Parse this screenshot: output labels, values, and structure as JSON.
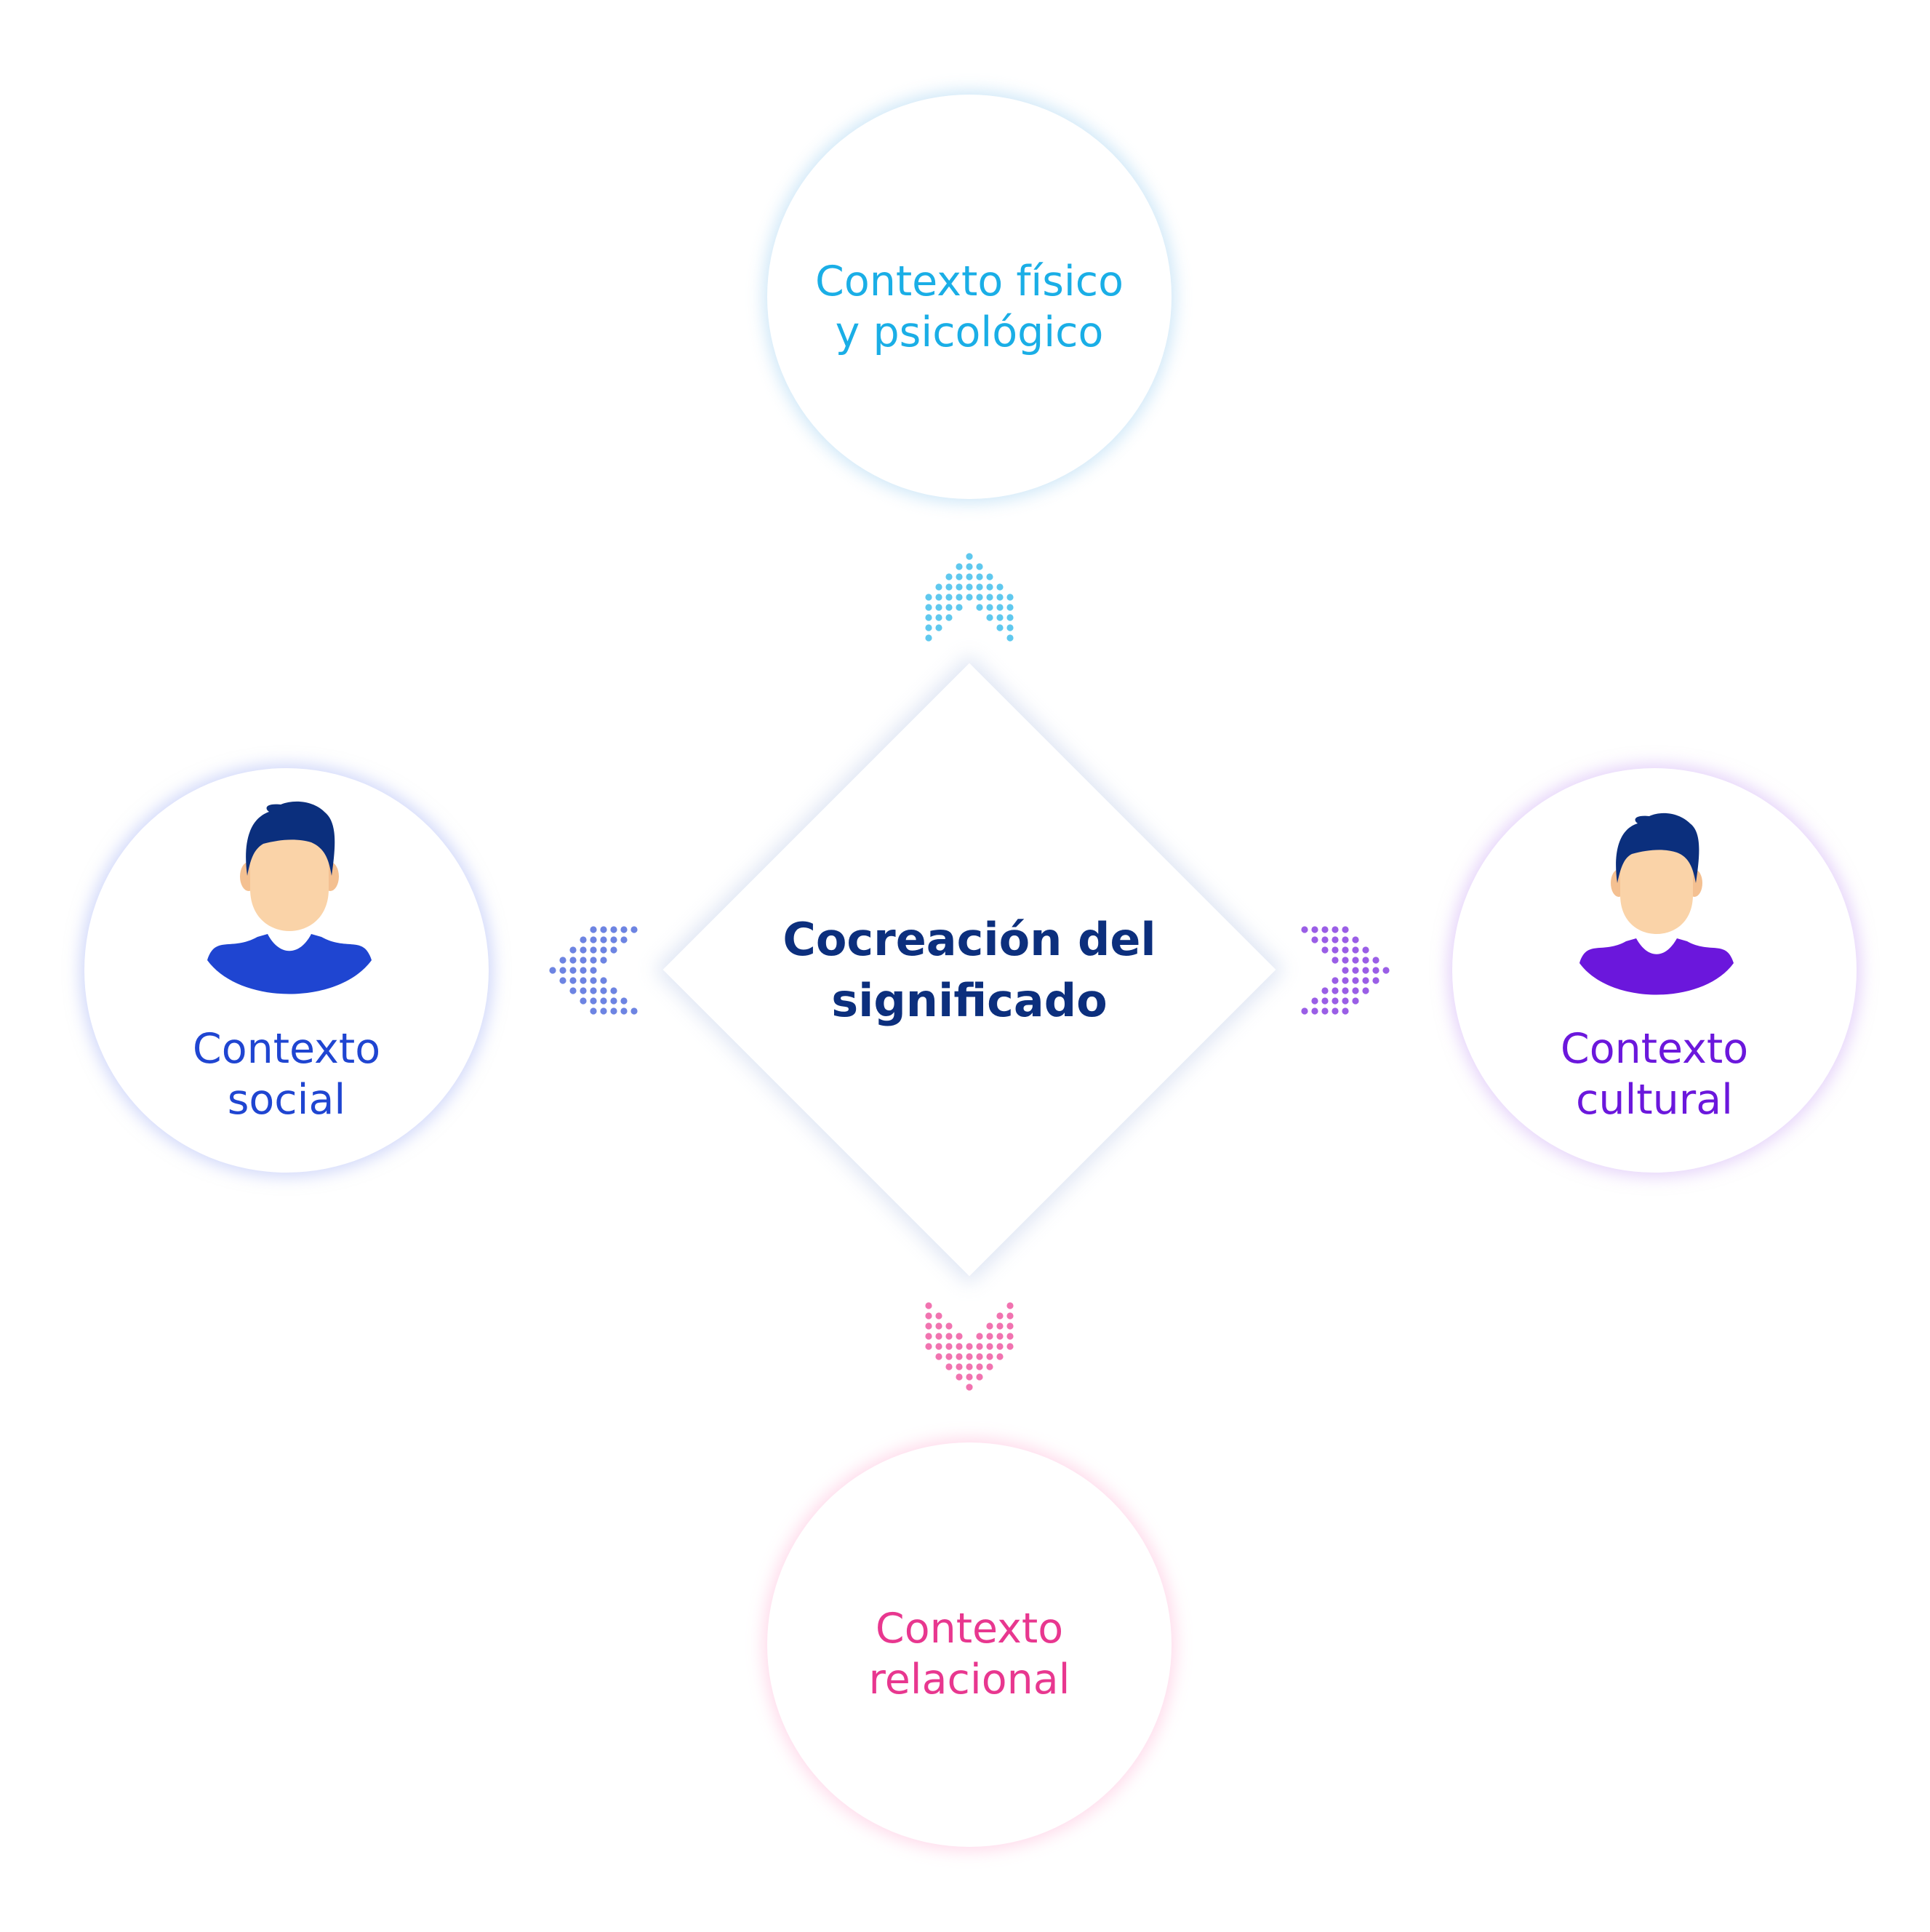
{
  "center": {
    "line1": "Cocreación del",
    "line2": "significado"
  },
  "nodes": {
    "top": {
      "line1": "Contexto físico",
      "line2": "y psicológico"
    },
    "left": {
      "line1": "Contexto",
      "line2": "social"
    },
    "right": {
      "line1": "Contexto",
      "line2": "cultural"
    },
    "bottom": {
      "line1": "Contexto",
      "line2": "relacional"
    }
  },
  "colors": {
    "top": "#1aaee6",
    "top_arrow": "#5fc8ee",
    "left": "#1f45d1",
    "left_arrow": "#6d84e2",
    "right": "#6b17dc",
    "right_arrow": "#9a5ee6",
    "bottom": "#e8378f",
    "bottom_arrow": "#f173b0",
    "center": "#0c2f7d",
    "hair": "#0b2f7d",
    "skin": "#fad3a8"
  },
  "icons": {
    "left": "person-icon",
    "right": "person-icon",
    "arrows": "dotted-chevron-icon"
  }
}
